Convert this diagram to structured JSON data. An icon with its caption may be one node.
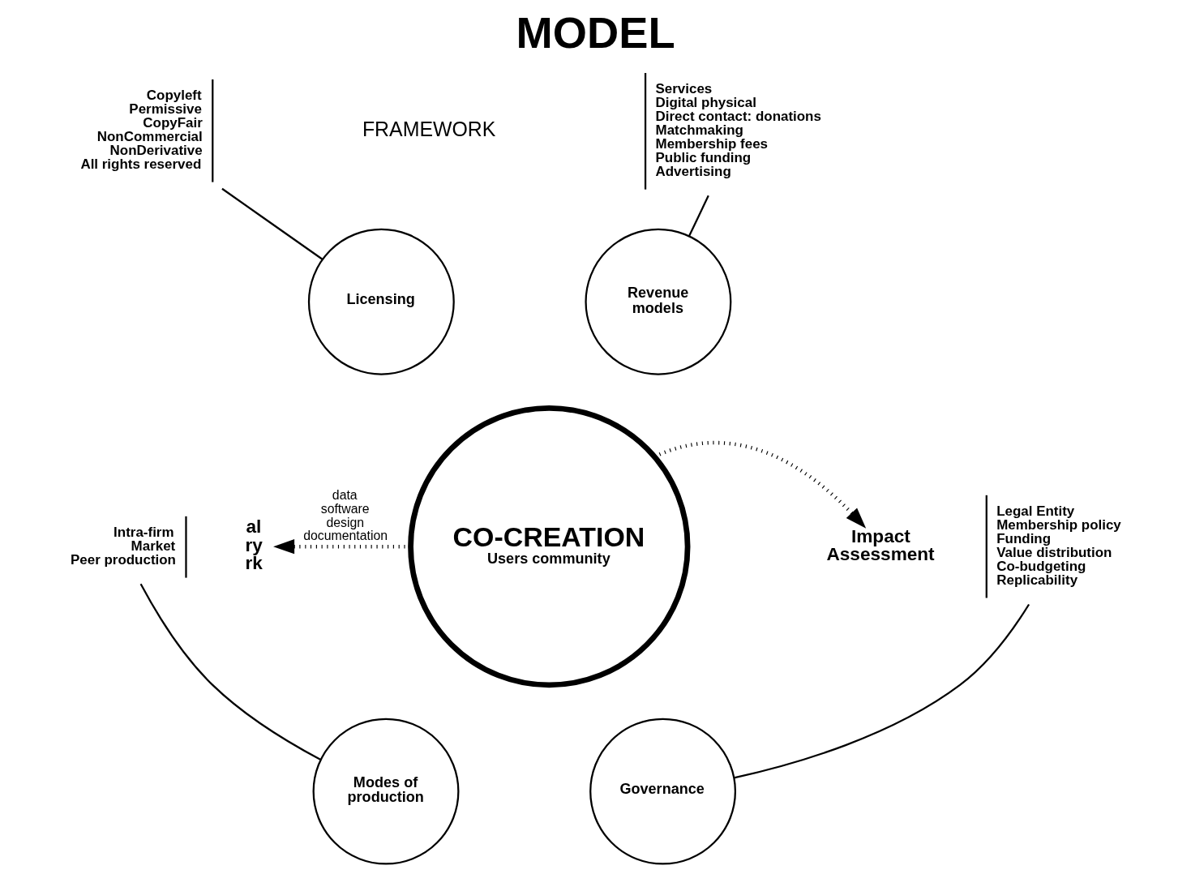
{
  "diagram": {
    "title": "MODEL",
    "nodes": [
      {
        "text": [
          "CO-CREATION",
          "Users community"
        ]
      },
      {
        "text": [
          "Licensing"
        ]
      },
      {
        "text": [
          "Revenue models"
        ]
      },
      {
        "text": [
          "Modes of production"
        ]
      },
      {
        "text": [
          "Governance"
        ]
      },
      {
        "text": [
          "Copyleft",
          "Permissive",
          "CopyFair",
          "NonCommercial",
          "NonDerivative",
          "All rights reserved"
        ]
      },
      {
        "text": [
          "Services",
          "Digital physical",
          "Direct contact: donations",
          "Matchmaking",
          "Membership fees",
          "Public funding",
          "Advertising"
        ]
      },
      {
        "text": [
          "Intra-firm",
          "Market",
          "Peer production"
        ]
      },
      {
        "text": [
          "Legal Entity",
          "Membership policy",
          "Funding",
          "Value distribution",
          "Co-budgeting",
          "Replicability"
        ]
      },
      {
        "text": [
          "al ry rk"
        ]
      },
      {
        "text": [
          "Impact Assessment"
        ]
      }
    ],
    "edges": [
      {
        "from": 5,
        "to": 1,
        "arrow": "none"
      },
      {
        "from": 6,
        "to": 2,
        "arrow": "none"
      },
      {
        "from": 7,
        "to": 3,
        "arrow": "none"
      },
      {
        "from": 8,
        "to": 4,
        "arrow": "none"
      },
      {
        "from": 0,
        "to": 9,
        "arrow": "to",
        "style": "dashed",
        "label": "data software design documentation"
      },
      {
        "from": 0,
        "to": 10,
        "arrow": "to",
        "style": "dashed"
      }
    ],
    "labels": [
      "FRAMEWORK"
    ]
  }
}
